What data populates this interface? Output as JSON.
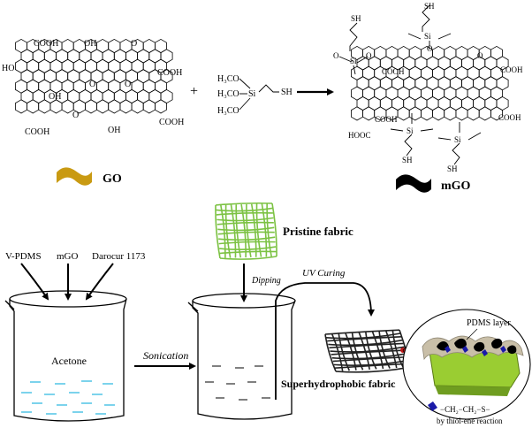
{
  "colors": {
    "go_swatch": "#c99a12",
    "mgo_swatch": "#000000",
    "fabric_pristine": "#7cc243",
    "fabric_treated": "#222222",
    "pdms_layer": "#c9bfa8",
    "fiber": "#9acd32",
    "thiol_marker": "#1a1aa8",
    "acetone_dash": "#5bc8e8",
    "focus_marker": "#c21a1a"
  },
  "top_reaction": {
    "go_groups": [
      "COOH",
      "HO",
      "OH",
      "O",
      "COOH",
      "OH",
      "O",
      "O",
      "COOH",
      "COOH",
      "OH",
      "O"
    ],
    "plus_sign": "+",
    "silane": {
      "methoxy_1": "H₃CO",
      "methoxy_2": "H₃CO",
      "methoxy_3": "H₃CO",
      "silicon": "Si",
      "thiol": "SH"
    },
    "mgo_groups": {
      "thiol": "SH",
      "silicon": "Si",
      "oxygen": "O",
      "carboxyl": "COOH",
      "carboxyl_left": "HOOC",
      "ketone_oxygen": "O"
    },
    "go_legend": "GO",
    "mgo_legend": "mGO"
  },
  "bottom_process": {
    "ingredients": [
      "V-PDMS",
      "mGO",
      "Darocur 1173"
    ],
    "solvent_label": "Acetone",
    "sonication_label": "Sonication",
    "pristine_fabric_label": "Pristine fabric",
    "dipping_label": "Dipping",
    "uv_curing_label": "UV Curing",
    "product_label": "Superhydrophobic fabric",
    "inset_layer_label": "PDMS layer",
    "thiol_link_formula": "−CH₂−CH₂−S−",
    "thiol_link_caption": "by thiol-ene reaction"
  }
}
